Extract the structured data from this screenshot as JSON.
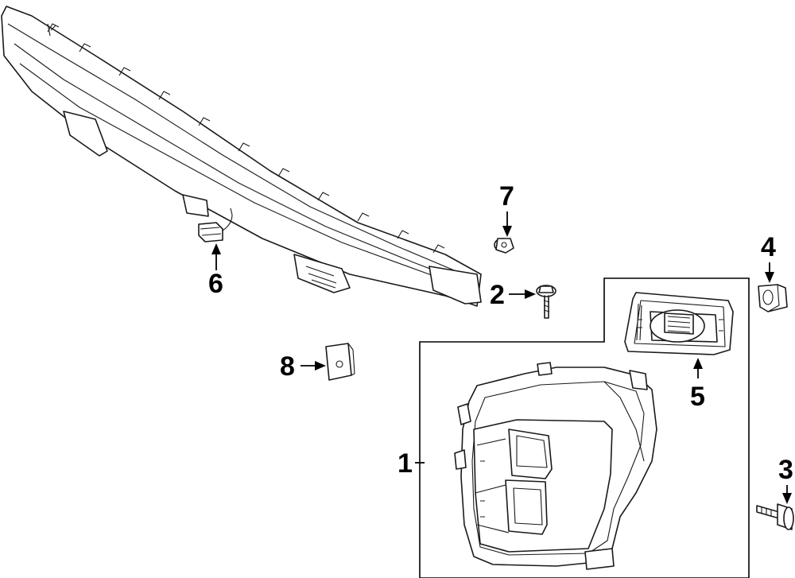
{
  "callouts": [
    {
      "id": "1",
      "label": "1"
    },
    {
      "id": "2",
      "label": "2"
    },
    {
      "id": "3",
      "label": "3"
    },
    {
      "id": "4",
      "label": "4"
    },
    {
      "id": "5",
      "label": "5"
    },
    {
      "id": "6",
      "label": "6"
    },
    {
      "id": "7",
      "label": "7"
    },
    {
      "id": "8",
      "label": "8"
    }
  ],
  "parts": [
    {
      "callout": "1",
      "icon": "headlamp-assembly-icon"
    },
    {
      "callout": "2",
      "icon": "flange-bolt-icon"
    },
    {
      "callout": "3",
      "icon": "flange-bolt-icon"
    },
    {
      "callout": "4",
      "icon": "nut-clip-icon"
    },
    {
      "callout": "5",
      "icon": "headlamp-control-module-icon"
    },
    {
      "callout": "6",
      "icon": "connector-icon"
    },
    {
      "callout": "7",
      "icon": "push-clip-icon"
    },
    {
      "callout": "8",
      "icon": "bracket-clip-icon"
    },
    {
      "callout": "",
      "icon": "bumper-reinforcement-icon"
    }
  ],
  "colors": {
    "line": "#1a1a1a",
    "background": "#ffffff"
  }
}
